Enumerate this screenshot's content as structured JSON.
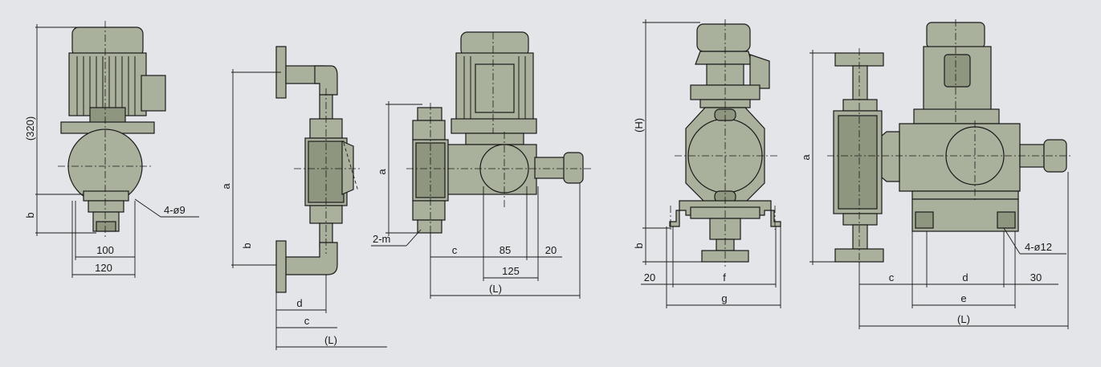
{
  "colors": {
    "background": "#e3e5e9",
    "body": "#a9b19c",
    "shade": "#8e967f",
    "line": "#1a1a1a"
  },
  "views": [
    {
      "name": "pump-1-front",
      "labels": {
        "h": "(320)",
        "b": "b",
        "hole": "4-ø9",
        "w1": "100",
        "w2": "120"
      }
    },
    {
      "name": "pump-2-side",
      "labels": {
        "a": "a",
        "b": "b",
        "d": "d",
        "c": "c",
        "L": "(L)"
      }
    },
    {
      "name": "pump-2-front",
      "labels": {
        "a": "a",
        "hole": "2-m",
        "c": "c",
        "d85": "85",
        "d20": "20",
        "d125": "125",
        "L": "(L)"
      }
    },
    {
      "name": "pump-3-side",
      "labels": {
        "H": "(H)",
        "b": "b",
        "d20": "20",
        "f": "f",
        "g": "g"
      }
    },
    {
      "name": "pump-3-front",
      "labels": {
        "a": "a",
        "hole": "4-ø12",
        "c": "c",
        "d": "d",
        "d30": "30",
        "e": "e",
        "L": "(L)"
      }
    }
  ]
}
